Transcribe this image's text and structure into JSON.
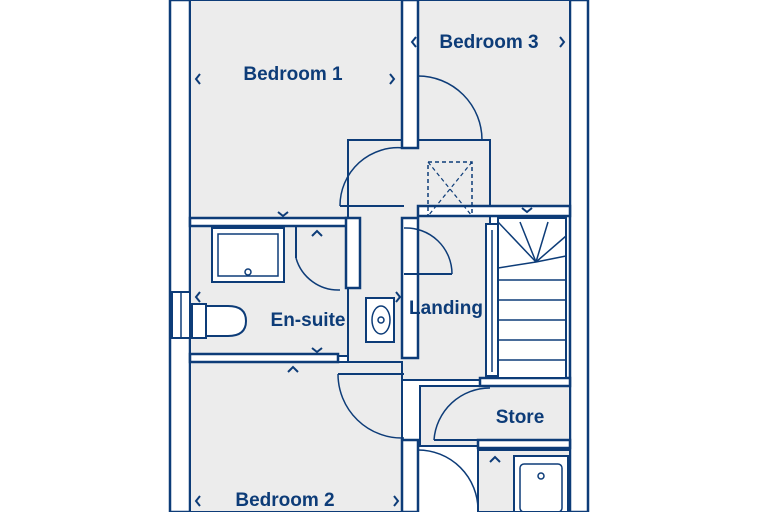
{
  "rooms": {
    "bedroom1": "Bedroom 1",
    "bedroom2": "Bedroom 2",
    "bedroom3": "Bedroom 3",
    "ensuite": "En-suite",
    "landing": "Landing",
    "store": "Store"
  },
  "colors": {
    "line": "#0d3c78",
    "floor": "#ececec",
    "wall": "#ffffff"
  }
}
